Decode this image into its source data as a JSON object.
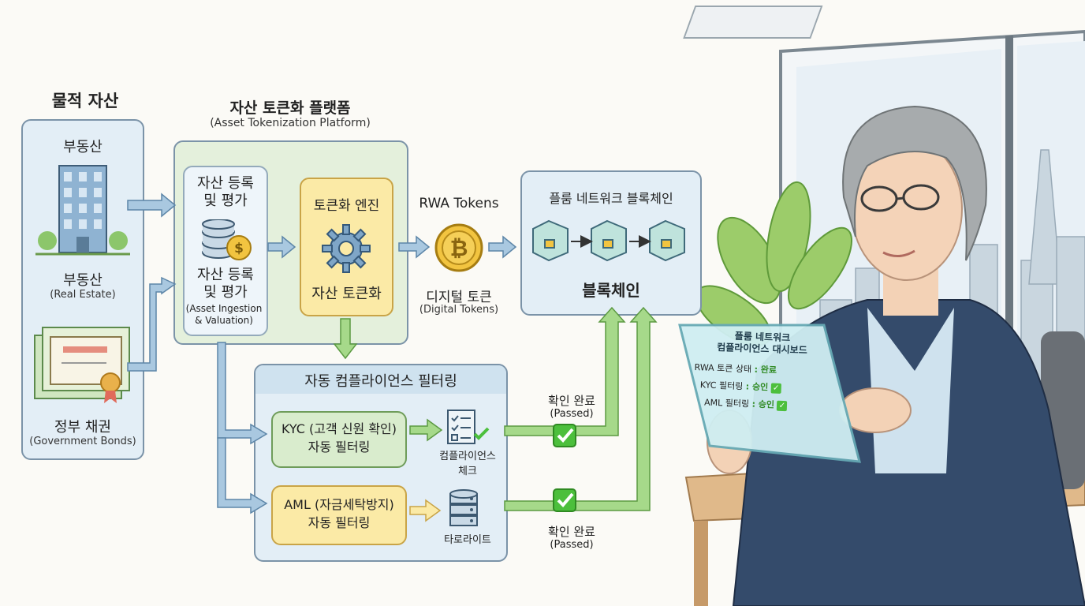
{
  "physical": {
    "title": "물적 자산",
    "real_estate_label": "부동산",
    "real_estate_name": "부동산",
    "real_estate_en": "(Real Estate)",
    "bonds_name": "정부 채권",
    "bonds_en": "(Government Bonds)"
  },
  "platform": {
    "title": "자산 토큰화 플랫폼",
    "title_en": "(Asset Tokenization Platform)",
    "ingest_title": "자산 등록\n및 평가",
    "ingest_title2": "자산 등록\n및 평가",
    "ingest_en": "(Asset Ingestion\n& Valuation)",
    "engine_title": "토큰화 엔진",
    "engine_sub": "자산 토큰화"
  },
  "tokens": {
    "label": "RWA Tokens",
    "name": "디지털 토큰",
    "name_en": "(Digital Tokens)"
  },
  "blockchain": {
    "title": "플룸 네트워크 블록체인",
    "label": "블록체인"
  },
  "compliance": {
    "title": "자동 컴플라이언스 필터링",
    "kyc": "KYC (고객 신원 확인)\n자동 필터링",
    "aml": "AML (자금세탁방지)\n자동 필터링",
    "check_label": "컴플라이언스\n체크",
    "db_label": "타로라이트",
    "passed1": "확인 완료",
    "passed1_en": "(Passed)",
    "passed2": "확인 완료",
    "passed2_en": "(Passed)"
  },
  "dashboard": {
    "title": "플룸 네트워크\n컴플라이언스 대시보드",
    "rows": [
      {
        "label": "RWA 토큰 상태",
        "value": ": 완료"
      },
      {
        "label": "KYC 필터링",
        "value": ": 승인"
      },
      {
        "label": "AML 필터링",
        "value": ": 승인"
      }
    ]
  },
  "colors": {
    "arrow_blue": "#a9c8e0",
    "arrow_green": "#a6d98a",
    "panel_blue": "#e3eef6",
    "panel_green": "#e4f0dc",
    "engine_yellow": "#fbeaa6",
    "kyc_green": "#d9eccd",
    "aml_yellow": "#fbeaa6",
    "check_green": "#4cbf3c"
  }
}
